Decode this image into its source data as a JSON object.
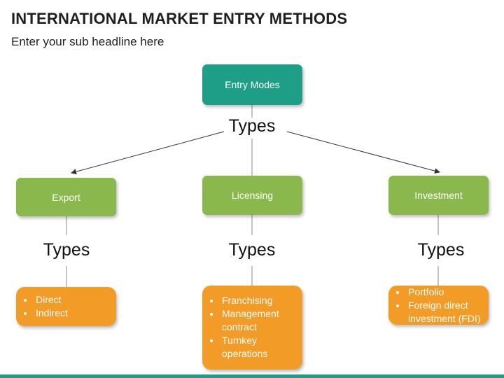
{
  "header": {
    "title": "INTERNATIONAL MARKET ENTRY METHODS",
    "subtitle": "Enter your sub headline here"
  },
  "diagram": {
    "root": {
      "label": "Entry Modes",
      "connector_label": "Types"
    },
    "branches": [
      {
        "label": "Export",
        "connector_label": "Types",
        "items": [
          "Direct",
          "Indirect"
        ]
      },
      {
        "label": "Licensing",
        "connector_label": "Types",
        "items": [
          "Franchising",
          "Management contract",
          "Turnkey operations"
        ]
      },
      {
        "label": "Investment",
        "connector_label": "Types",
        "items": [
          "Portfolio",
          "Foreign direct investment (FDI)"
        ]
      }
    ]
  },
  "colors": {
    "root": "#1e9e86",
    "branch": "#8ab84d",
    "items": "#f29b26",
    "footer_bar": "#1e9e86"
  }
}
